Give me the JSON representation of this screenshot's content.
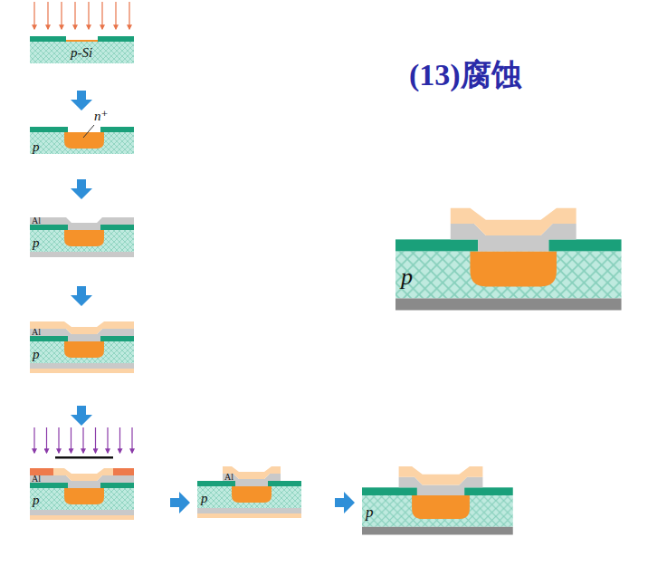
{
  "diagram": {
    "title": "(13)腐蚀",
    "labels": [
      "p-Si",
      "n⁺",
      "p",
      "Al",
      "p",
      "Al",
      "p",
      "Al",
      "p",
      "Al",
      "p",
      "p",
      "p"
    ]
  }
}
